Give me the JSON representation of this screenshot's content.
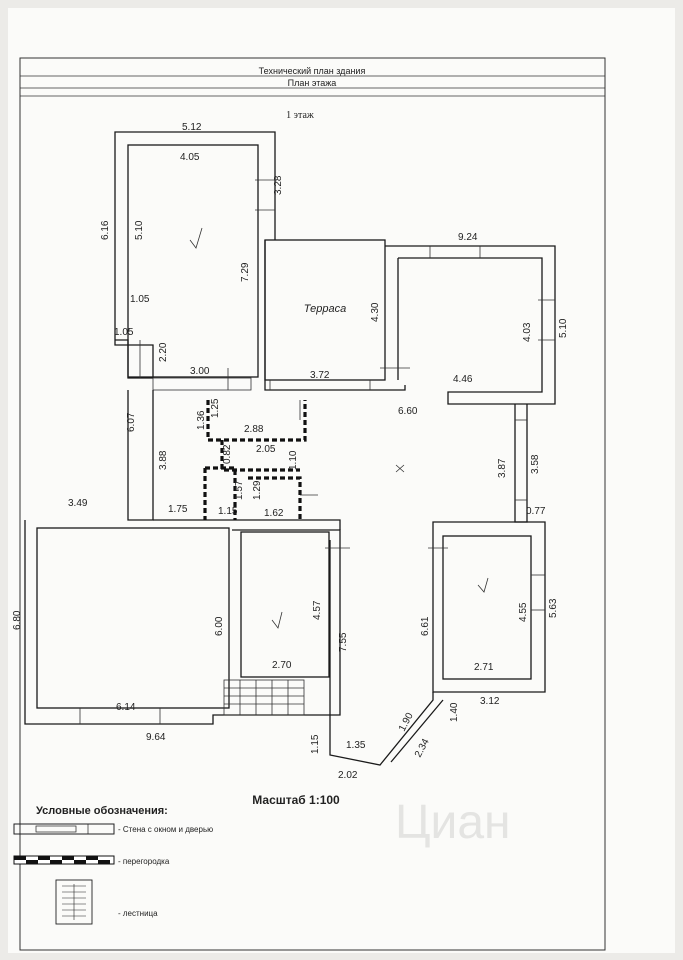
{
  "header": {
    "title": "Технический план здания",
    "subtitle": "План этажа"
  },
  "floor_label": "1 этаж",
  "rooms": {
    "terrace": "Терраса"
  },
  "dimensions": [
    {
      "id": "d512",
      "text": "5.12"
    },
    {
      "id": "d405",
      "text": "4.05"
    },
    {
      "id": "d328",
      "text": "3.28"
    },
    {
      "id": "d616",
      "text": "6.16"
    },
    {
      "id": "d510a",
      "text": "5.10"
    },
    {
      "id": "d729",
      "text": "7.29"
    },
    {
      "id": "d105a",
      "text": "1.05"
    },
    {
      "id": "d105b",
      "text": "1.05"
    },
    {
      "id": "d220",
      "text": "2.20"
    },
    {
      "id": "d300",
      "text": "3.00"
    },
    {
      "id": "d430",
      "text": "4.30"
    },
    {
      "id": "d372",
      "text": "3.72"
    },
    {
      "id": "d924",
      "text": "9.24"
    },
    {
      "id": "d403",
      "text": "4.03"
    },
    {
      "id": "d510b",
      "text": "5.10"
    },
    {
      "id": "d446",
      "text": "4.46"
    },
    {
      "id": "d660",
      "text": "6.60"
    },
    {
      "id": "d607",
      "text": "6.07"
    },
    {
      "id": "d388",
      "text": "3.88"
    },
    {
      "id": "d136",
      "text": "1.36"
    },
    {
      "id": "d125",
      "text": "1.25"
    },
    {
      "id": "d288",
      "text": "2.88"
    },
    {
      "id": "d205",
      "text": "2.05"
    },
    {
      "id": "d110",
      "text": "1.10"
    },
    {
      "id": "d082",
      "text": "0.82"
    },
    {
      "id": "d157",
      "text": "1.57"
    },
    {
      "id": "d129",
      "text": "1.29"
    },
    {
      "id": "d387",
      "text": "3.87"
    },
    {
      "id": "d358",
      "text": "3.58"
    },
    {
      "id": "d349",
      "text": "3.49"
    },
    {
      "id": "d175",
      "text": "1.75"
    },
    {
      "id": "d115a",
      "text": "1.15"
    },
    {
      "id": "d162",
      "text": "1.62"
    },
    {
      "id": "d077",
      "text": "0.77"
    },
    {
      "id": "d680",
      "text": "6.80"
    },
    {
      "id": "d600",
      "text": "6.00"
    },
    {
      "id": "d457",
      "text": "4.57"
    },
    {
      "id": "d755",
      "text": "7.55"
    },
    {
      "id": "d661",
      "text": "6.61"
    },
    {
      "id": "d455",
      "text": "4.55"
    },
    {
      "id": "d563",
      "text": "5.63"
    },
    {
      "id": "d270",
      "text": "2.70"
    },
    {
      "id": "d271",
      "text": "2.71"
    },
    {
      "id": "d614",
      "text": "6.14"
    },
    {
      "id": "d312",
      "text": "3.12"
    },
    {
      "id": "d964",
      "text": "9.64"
    },
    {
      "id": "d190",
      "text": "1.90"
    },
    {
      "id": "d140",
      "text": "1.40"
    },
    {
      "id": "d135",
      "text": "1.35"
    },
    {
      "id": "d234",
      "text": "2.34"
    },
    {
      "id": "d115b",
      "text": "1.15"
    },
    {
      "id": "d202",
      "text": "2.02"
    }
  ],
  "scale": "Масштаб 1:100",
  "legend": {
    "title": "Условные обозначения:",
    "items": [
      {
        "label": "- Стена с окном и дверью"
      },
      {
        "label": "- перегородка"
      },
      {
        "label": "- лестница"
      }
    ]
  },
  "watermark": "Циан"
}
